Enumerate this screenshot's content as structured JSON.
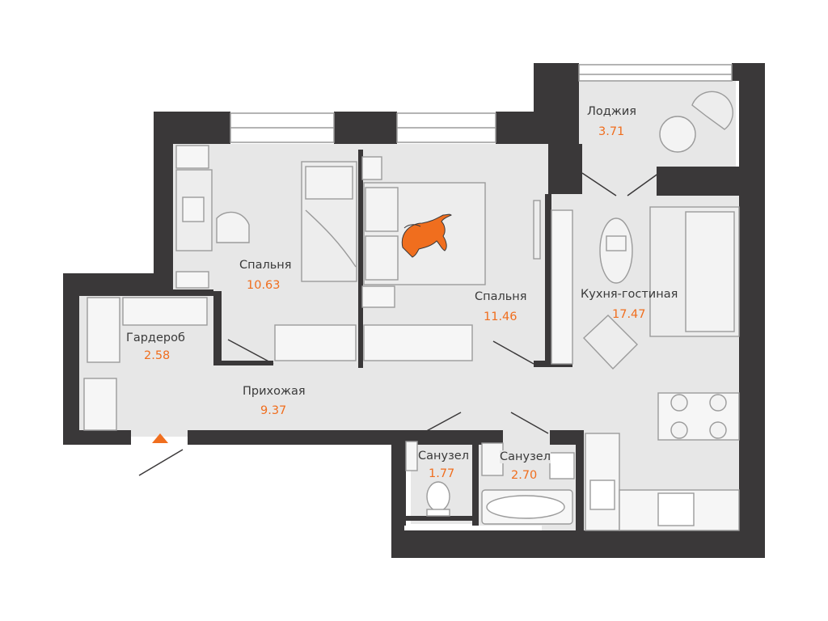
{
  "colors": {
    "wall": "#3a3839",
    "floor": "#e7e7e7",
    "furniture_stroke": "#9b9b9b",
    "accent": "#f06e1e",
    "text": "#3a3a3a"
  },
  "rooms": [
    {
      "id": "loggia",
      "name": "Лоджия",
      "area": "3.71"
    },
    {
      "id": "bedroom1",
      "name": "Спальня",
      "area": "10.63"
    },
    {
      "id": "bedroom2",
      "name": "Спальня",
      "area": "11.46"
    },
    {
      "id": "kitchen-living",
      "name": "Кухня-гостиная",
      "area": "17.47"
    },
    {
      "id": "wardrobe",
      "name": "Гардероб",
      "area": "2.58"
    },
    {
      "id": "hallway",
      "name": "Прихожая",
      "area": "9.37"
    },
    {
      "id": "bathroom1",
      "name": "Санузел",
      "area": "1.77"
    },
    {
      "id": "bathroom2",
      "name": "Санузел",
      "area": "2.70"
    }
  ],
  "icons": {
    "entrance": "entrance-arrow-icon",
    "cat": "cat-icon"
  }
}
